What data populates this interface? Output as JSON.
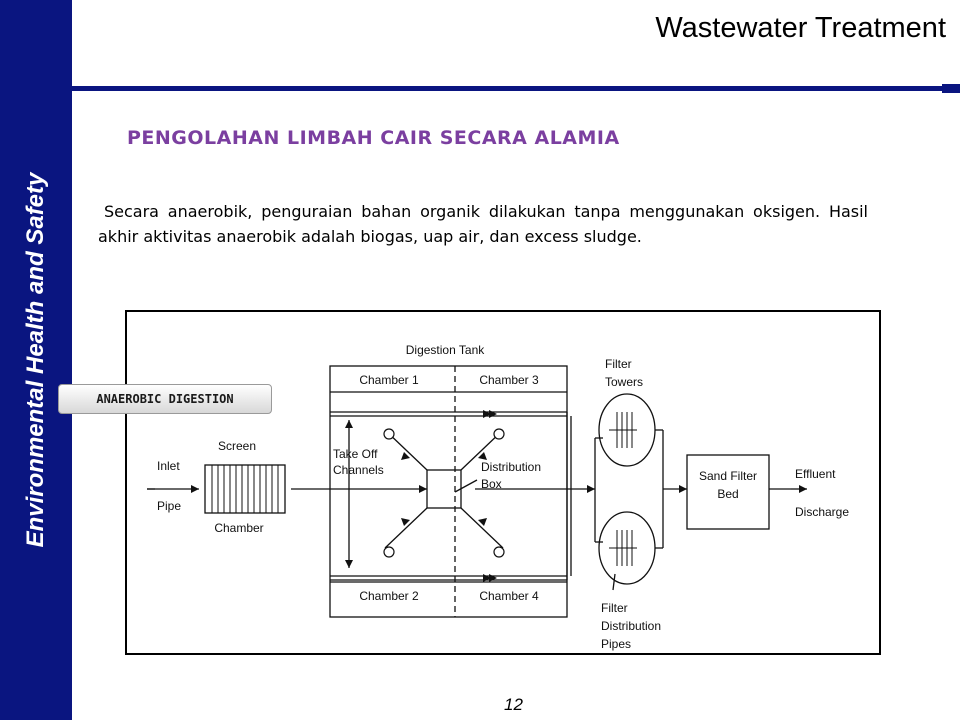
{
  "sidebar": {
    "text": "Environmental Health and Safety"
  },
  "header": {
    "title": "Wastewater Treatment"
  },
  "heading": "PENGOLAHAN LIMBAH CAIR SECARA ALAMIA",
  "paragraph": "Secara anaerobik, penguraian bahan organik dilakukan tanpa menggunakan oksigen. Hasil akhir aktivitas anaerobik adalah biogas, uap air, dan excess sludge.",
  "badge": "ANAEROBIC DIGESTION",
  "page_number": "12",
  "colors": {
    "sidebar": "#0a1580",
    "heading": "#7b3fa0"
  },
  "diagram": {
    "labels": {
      "digestion_tank": "Digestion Tank",
      "chamber1": "Chamber 1",
      "chamber2": "Chamber 2",
      "chamber3": "Chamber 3",
      "chamber4": "Chamber 4",
      "screen": "Screen",
      "inlet": "Inlet",
      "pipe": "Pipe",
      "chamber": "Chamber",
      "take_off": "Take Off",
      "channels": "Channels",
      "distribution": "Distribution",
      "box": "Box",
      "filter_towers_1": "Filter",
      "filter_towers_2": "Towers",
      "sand_filter_1": "Sand Filter",
      "sand_filter_2": "Bed",
      "effluent": "Effluent",
      "discharge": "Discharge",
      "fdp_1": "Filter",
      "fdp_2": "Distribution",
      "fdp_3": "Pipes"
    }
  }
}
